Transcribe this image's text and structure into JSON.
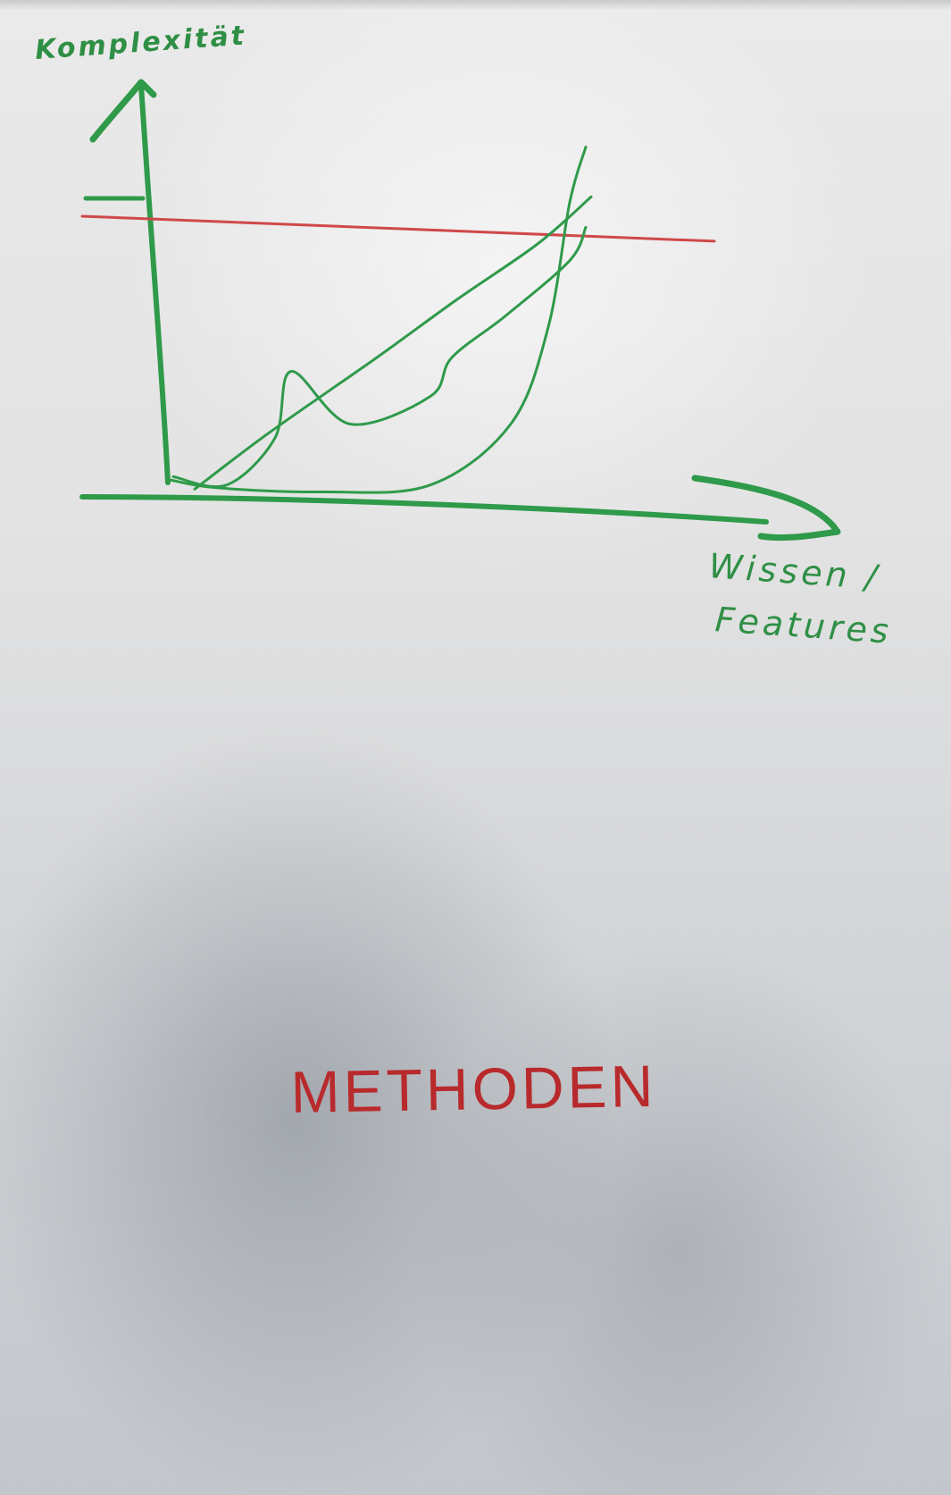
{
  "chart_data": {
    "type": "line",
    "title": "",
    "ylabel": "Komplexität",
    "xlabel": [
      "Wissen /",
      "Features"
    ],
    "grid": false,
    "axes": {
      "x": [
        0,
        10
      ],
      "y": [
        0,
        10
      ]
    },
    "reference_line": {
      "color": "#d0484a",
      "y_start": 10,
      "y_end": 9.1
    },
    "series": [
      {
        "values": [
          [
            0.1,
            0.5
          ],
          [
            1,
            0.2
          ],
          [
            3,
            0.05
          ],
          [
            5,
            0.3
          ],
          [
            6.5,
            2.5
          ],
          [
            7.2,
            6
          ],
          [
            7.6,
            10.5
          ],
          [
            7.9,
            12.5
          ]
        ]
      },
      {
        "values": [
          [
            0.6,
            0.15
          ],
          [
            2,
            2.2
          ],
          [
            4,
            4.9
          ],
          [
            5.5,
            7
          ],
          [
            7,
            9
          ],
          [
            8,
            10.7
          ]
        ]
      },
      {
        "values": [
          [
            0.2,
            0.6
          ],
          [
            1.2,
            0.3
          ],
          [
            2.1,
            2.0
          ],
          [
            2.4,
            4.4
          ],
          [
            3.5,
            2.5
          ],
          [
            5,
            3.5
          ],
          [
            5.4,
            4.9
          ],
          [
            6.4,
            6.4
          ],
          [
            7.6,
            8.4
          ],
          [
            7.9,
            9.6
          ]
        ]
      }
    ]
  },
  "annotation": {
    "text": "METHODEN"
  },
  "colors": {
    "marker_green": "#2f9a4a",
    "marker_red": "#d0484a",
    "board": "#e3e3e3"
  }
}
